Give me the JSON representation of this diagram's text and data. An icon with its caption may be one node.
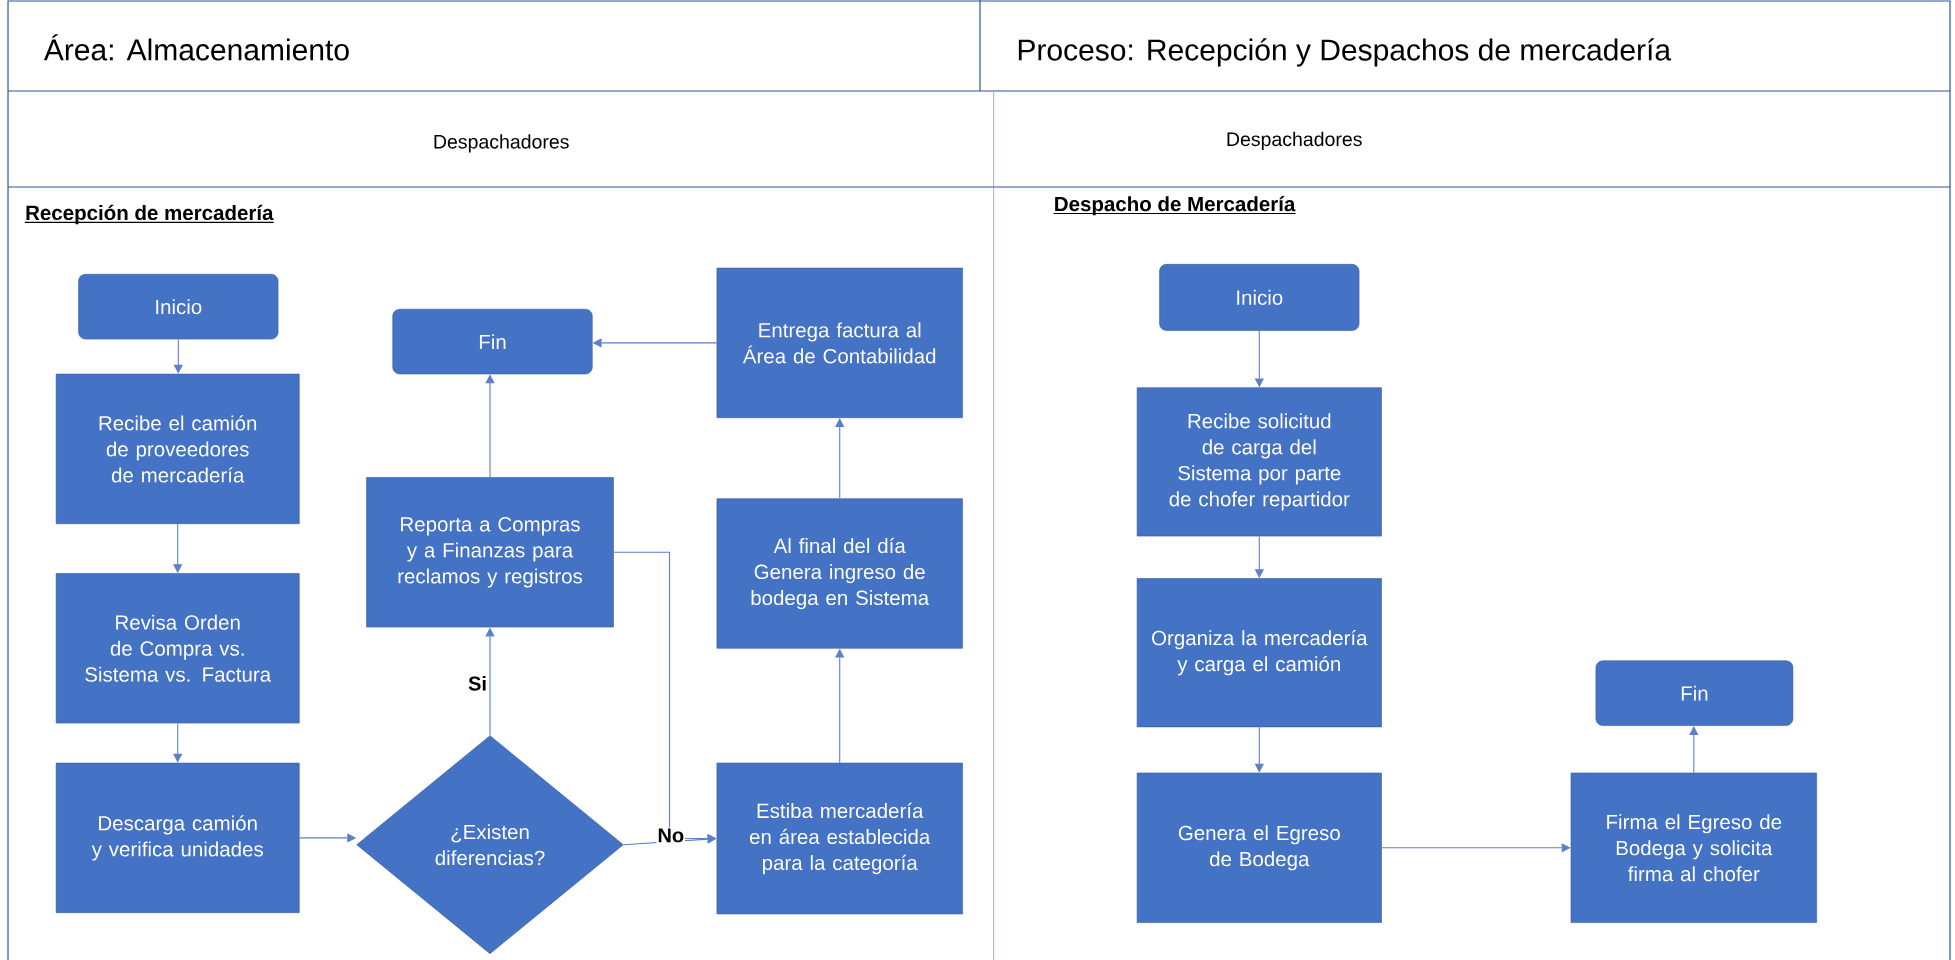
{
  "diagram": {
    "nodes": [
      {
        "text": [
          "Inicio"
        ]
      },
      {
        "text": [
          "Recibe el camión de proveedores de mercadería"
        ]
      },
      {
        "text": [
          "Revisa Orden de Compra vs. Sistema vs. Factura"
        ]
      },
      {
        "text": [
          "Descarga camión y verifica unidades"
        ]
      },
      {
        "text": [
          "¿Existen diferencias?"
        ]
      },
      {
        "text": [
          "Reporta a Compras y a Finanzas para reclamos y registros"
        ]
      },
      {
        "text": [
          "Fin"
        ]
      },
      {
        "text": [
          "Estiba mercadería en área establecida para la categoría"
        ]
      },
      {
        "text": [
          "Al final del día Genera ingreso de bodega en Sistema"
        ]
      },
      {
        "text": [
          "Entrega factura al Área de Contabilidad"
        ]
      },
      {
        "text": [
          "Inicio"
        ]
      },
      {
        "text": [
          "Recibe solicitud de carga del Sistema por parte de chofer repartidor"
        ]
      },
      {
        "text": [
          "Organiza la mercadería y carga el camión"
        ]
      },
      {
        "text": [
          "Genera el Egreso de Bodega"
        ]
      },
      {
        "text": [
          "Firma el Egreso de Bodega y solicita firma al chofer"
        ]
      },
      {
        "text": [
          "Fin"
        ]
      }
    ],
    "edges": [
      {
        "from": 0,
        "to": 1,
        "arrow": "to"
      },
      {
        "from": 1,
        "to": 2,
        "arrow": "to"
      },
      {
        "from": 2,
        "to": 3,
        "arrow": "to"
      },
      {
        "from": 3,
        "to": 4,
        "arrow": "to"
      },
      {
        "from": 4,
        "to": 5,
        "arrow": "to",
        "label": "Si"
      },
      {
        "from": 4,
        "to": 7,
        "arrow": "to",
        "label": "No"
      },
      {
        "from": 5,
        "to": 6,
        "arrow": "to"
      },
      {
        "from": 5,
        "to": 7,
        "arrow": "to"
      },
      {
        "from": 7,
        "to": 8,
        "arrow": "to"
      },
      {
        "from": 8,
        "to": 9,
        "arrow": "to"
      },
      {
        "from": 9,
        "to": 6,
        "arrow": "to"
      },
      {
        "from": 10,
        "to": 11,
        "arrow": "to"
      },
      {
        "from": 11,
        "to": 12,
        "arrow": "to"
      },
      {
        "from": 12,
        "to": 13,
        "arrow": "to"
      },
      {
        "from": 13,
        "to": 14,
        "arrow": "to"
      },
      {
        "from": 14,
        "to": 15,
        "arrow": "to"
      }
    ],
    "labels": [
      "Área: Almacenamiento",
      "Proceso: Recepción y Despachos de mercadería",
      "Despachadores",
      "Despachadores",
      "Recepción de mercadería",
      "Despacho de Mercadería"
    ]
  }
}
